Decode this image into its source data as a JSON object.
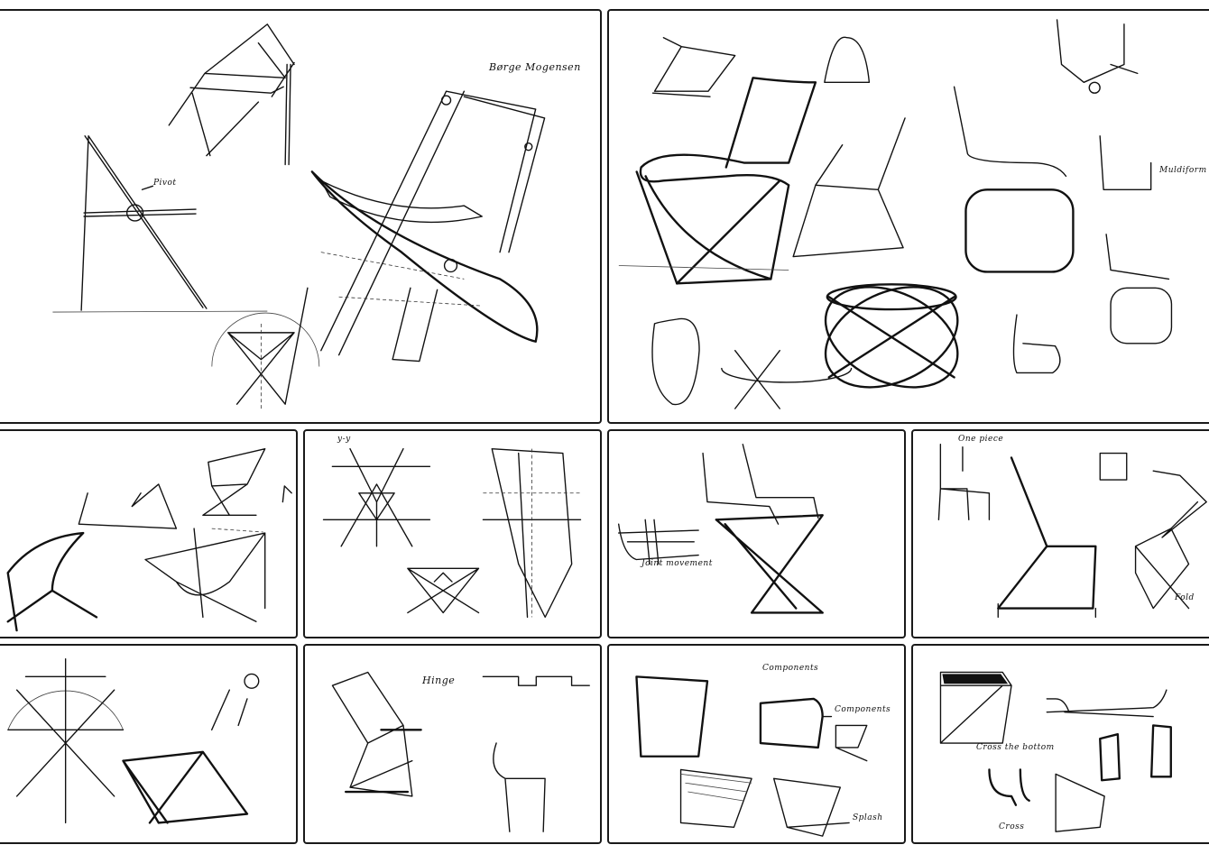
{
  "annotations": {
    "p1_pivot": "Pivot",
    "p1_name": "Børge Mogensen",
    "p2_side": "Muldiform",
    "p4_top": "y-y",
    "p5_joint": "Joint movement",
    "p6_top": "One piece",
    "p6_fold": "Fold",
    "p8_hinge": "Hinge",
    "p9_a": "Components",
    "p9_b": "Components",
    "p9_c": "Splash",
    "p10_a": "Cross the bottom",
    "p10_b": "Cross"
  },
  "colors": {
    "ink": "#111111",
    "frame": "#1a1a1a",
    "paper": "#ffffff"
  }
}
